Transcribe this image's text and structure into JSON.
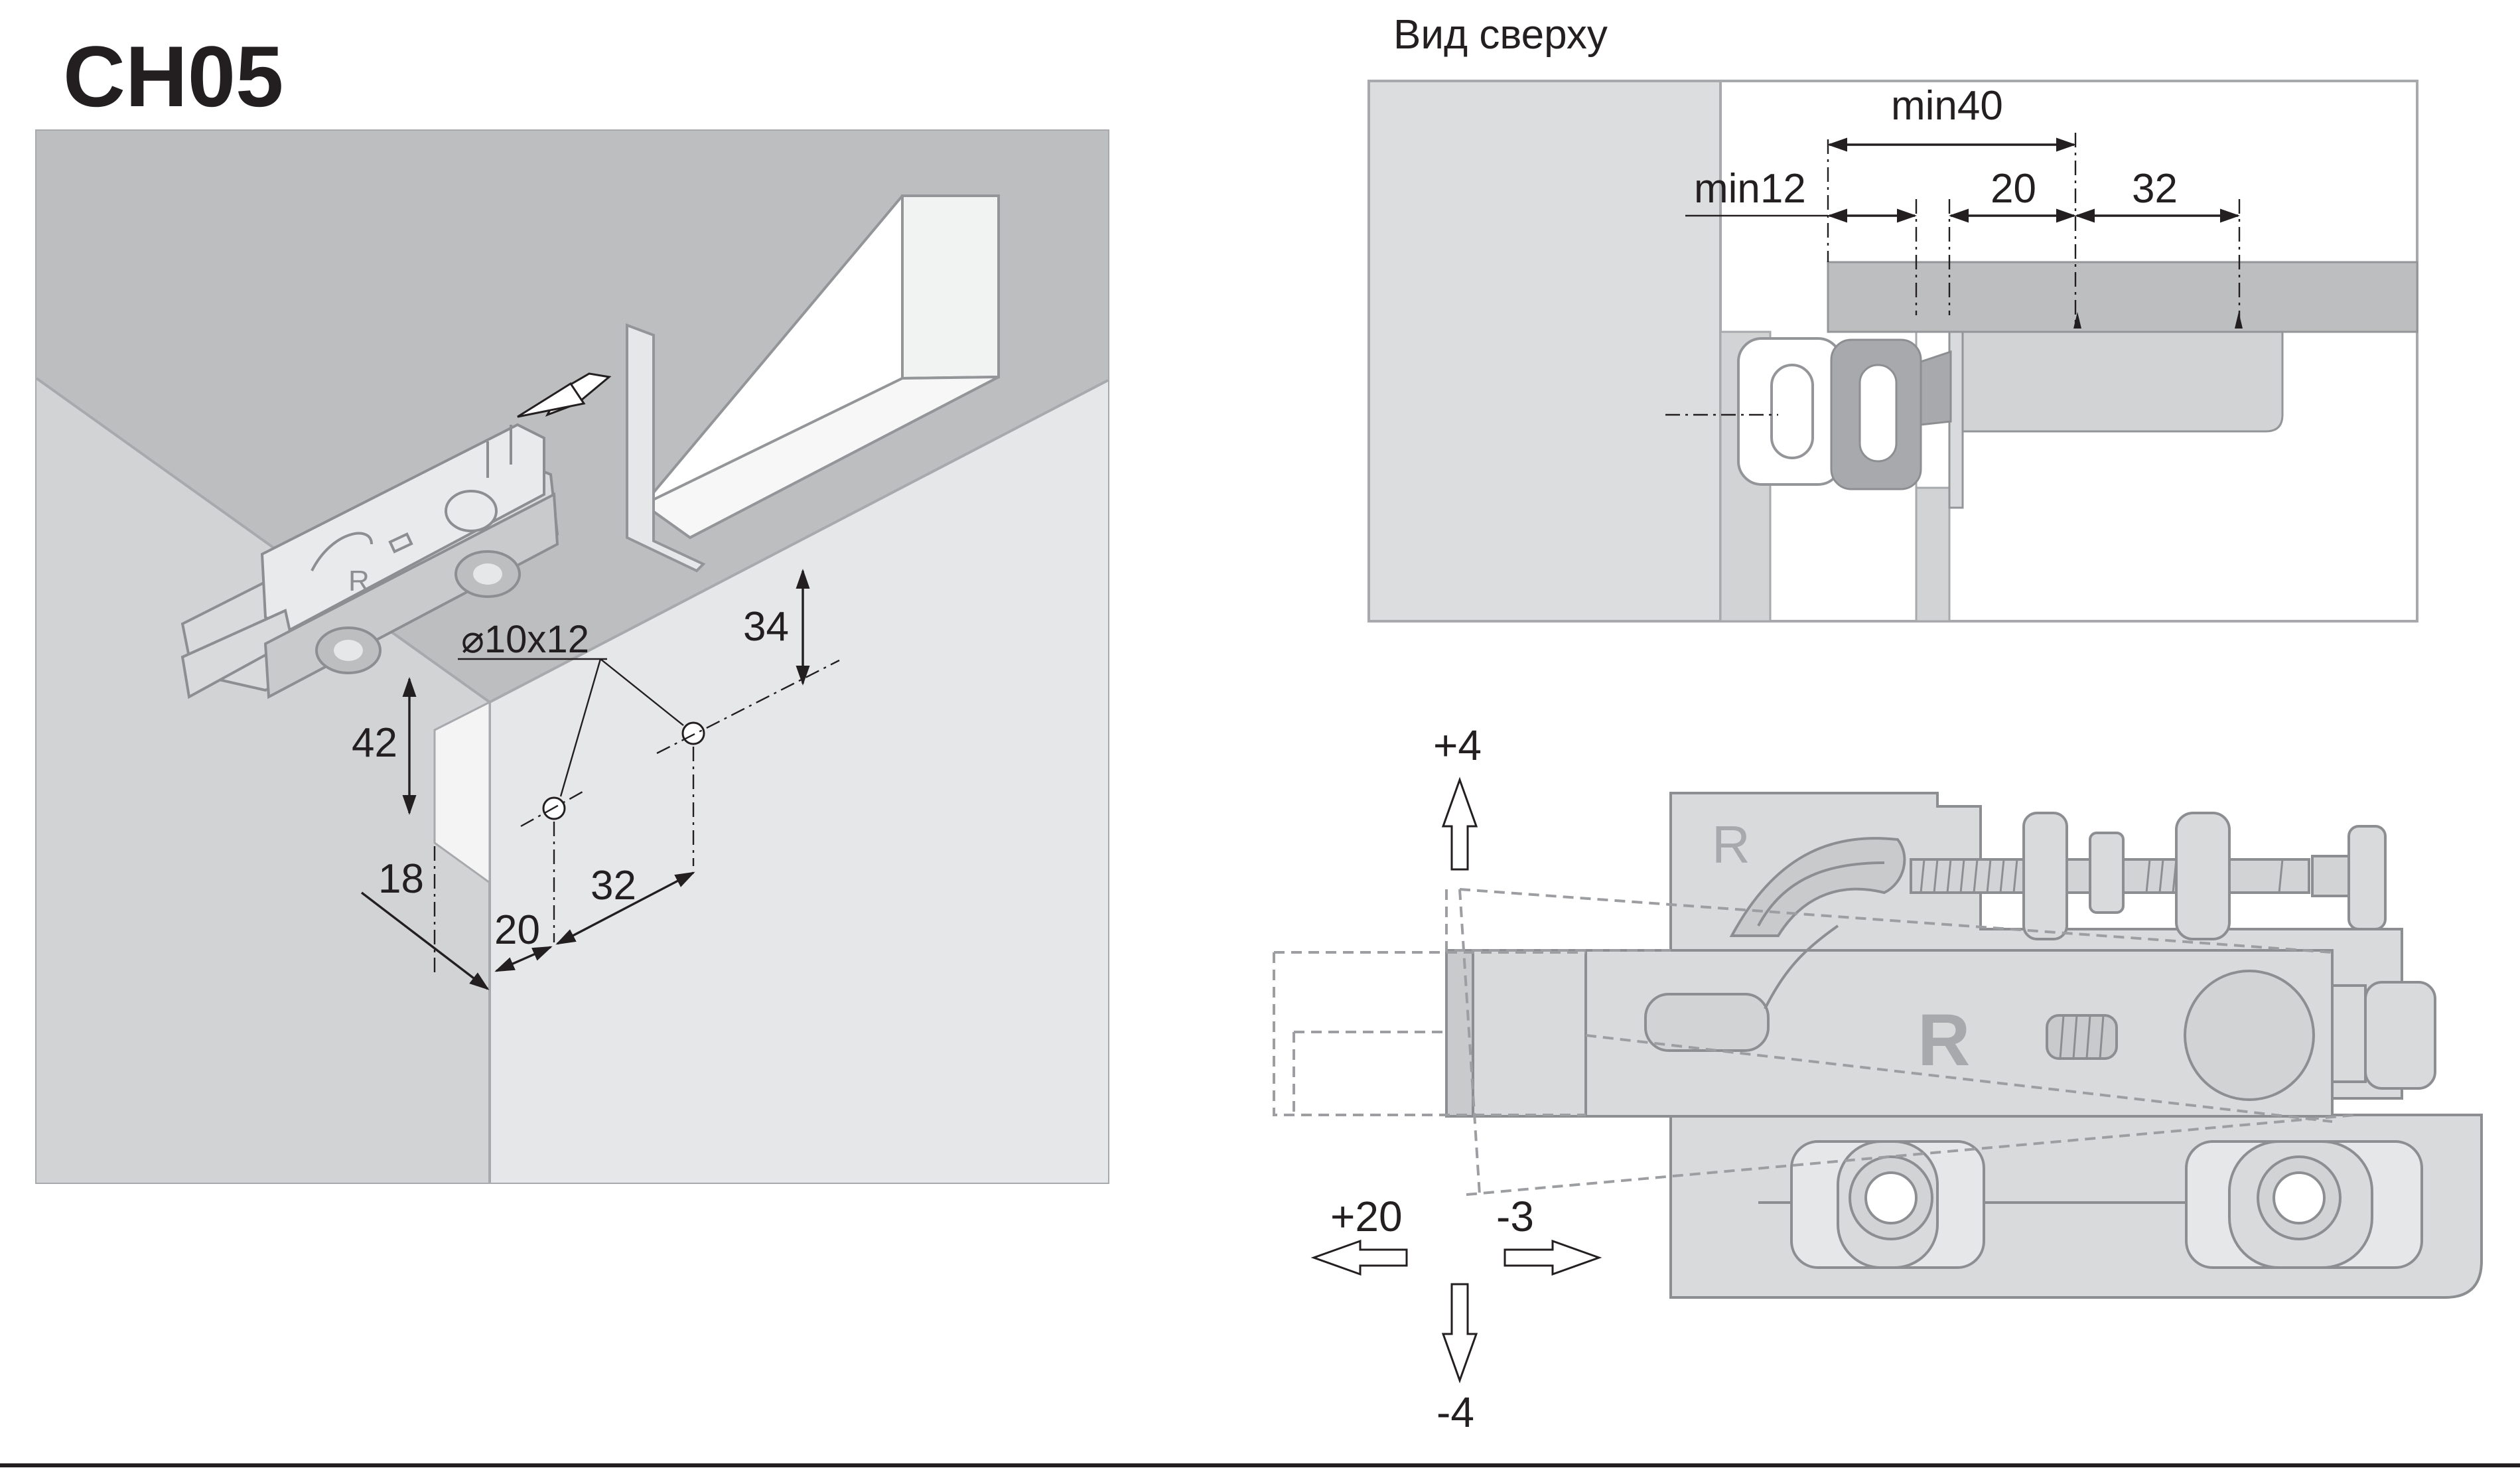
{
  "title": "CH05",
  "left_view": {
    "labels": {
      "hole": "⌀10x12",
      "dim_34": "34",
      "dim_42": "42",
      "dim_18": "18",
      "dim_20": "20",
      "dim_32": "32",
      "part_mark": "R"
    }
  },
  "top_view": {
    "heading": "Вид сверху",
    "labels": {
      "min40": "min40",
      "min12": "min12",
      "dim_20": "20",
      "dim_32": "32"
    }
  },
  "adjust_view": {
    "labels": {
      "up": "+4",
      "down": "-4",
      "left": "+20",
      "right": "-3",
      "part_mark_small": "R",
      "part_mark_big": "R"
    }
  },
  "colors": {
    "ink": "#231f20",
    "panel_dark": "#bcbec0",
    "panel_mid": "#d1d3d4",
    "panel_light": "#e6e7e8",
    "part_fill": "#d9dadb"
  }
}
